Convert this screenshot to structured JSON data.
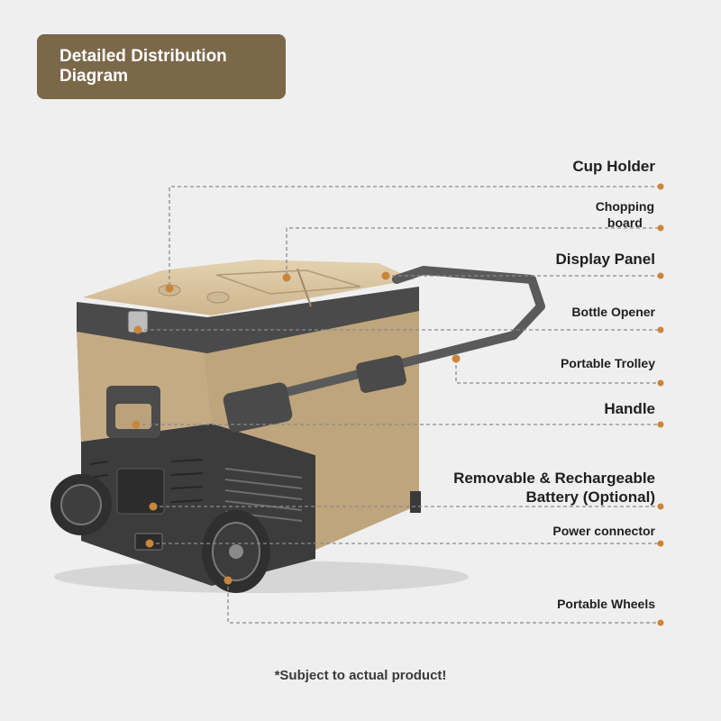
{
  "title": "Detailed Distribution Diagram",
  "footnote": "*Subject to actual product!",
  "colors": {
    "title_bg": "#7b6849",
    "callout_dot": "#c9863b",
    "leader_line": "#8a8a8a",
    "body_tan": "#c7b08b",
    "lid_tan": "#dcc8a4",
    "trim_dark": "#4a4a4a"
  },
  "labels": {
    "cup_holder": "Cup Holder",
    "chopping_board_1": "Chopping",
    "chopping_board_2": "board",
    "display_panel": "Display Panel",
    "bottle_opener": "Bottle Opener",
    "portable_trolley": "Portable Trolley",
    "handle": "Handle",
    "battery_1": "Removable & Rechargeable",
    "battery_2": "Battery (Optional)",
    "power_connector": "Power connector",
    "portable_wheels": "Portable Wheels"
  }
}
